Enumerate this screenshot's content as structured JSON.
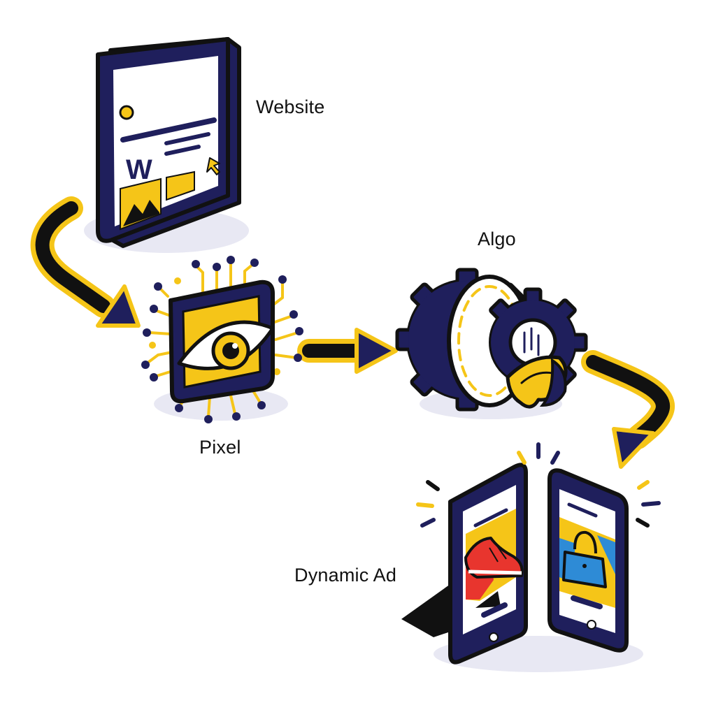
{
  "colors": {
    "navy": "#1f1f5c",
    "yellow": "#f5c518",
    "outline": "#111111",
    "red": "#e8352e",
    "blue": "#2e8bd6",
    "shadow": "#e8e8f3"
  },
  "nodes": {
    "website": {
      "label": "Website",
      "icon": "browser-window-icon"
    },
    "pixel": {
      "label": "Pixel",
      "icon": "eye-chip-icon"
    },
    "algo": {
      "label": "Algo",
      "icon": "gears-brain-icon"
    },
    "ad": {
      "label": "Dynamic Ad",
      "icon": "smartphones-icon"
    }
  },
  "edges": [
    {
      "from": "Website",
      "to": "Pixel"
    },
    {
      "from": "Pixel",
      "to": "Algo"
    },
    {
      "from": "Algo",
      "to": "Dynamic Ad"
    }
  ]
}
